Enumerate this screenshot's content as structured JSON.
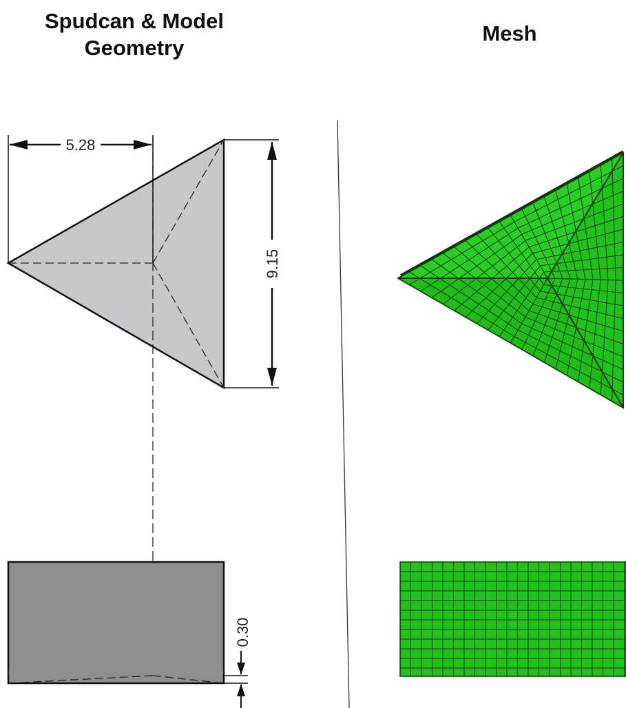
{
  "titles": {
    "geometry": "Spudcan & Model Geometry",
    "geometry_line1": "Spudcan & Model",
    "geometry_line2": "Geometry",
    "mesh": "Mesh"
  },
  "dimensions": {
    "half_width": "5.28",
    "height": "9.15",
    "thickness": "0.30"
  },
  "colors": {
    "plan_fill": "#c8c8cc",
    "elevation_fill": "#8e8e92",
    "mesh_fill": "#22c21c",
    "mesh_fill_light": "#33d62b",
    "mesh_line": "#0a3a08",
    "line": "#111111"
  }
}
